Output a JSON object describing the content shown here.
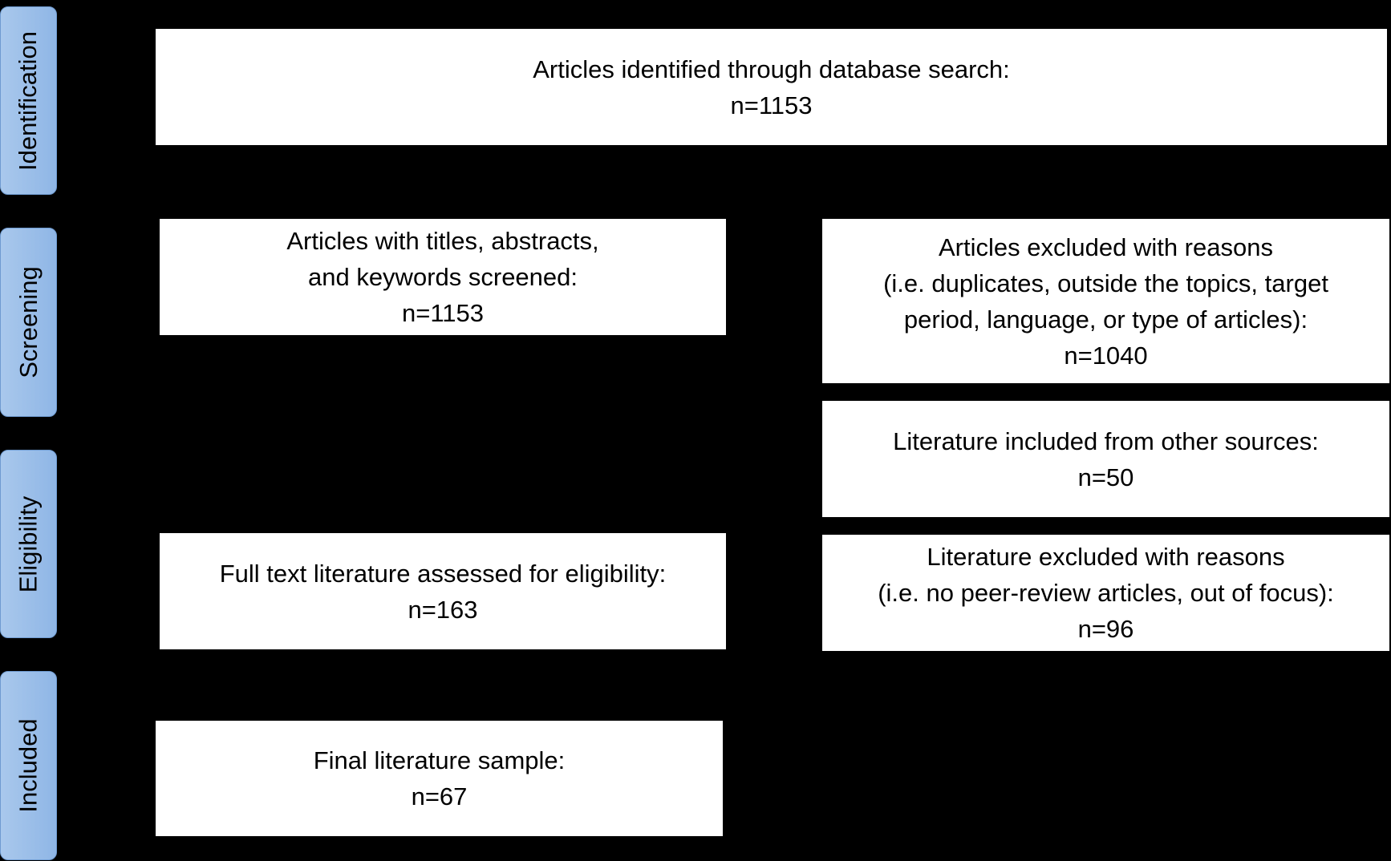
{
  "stages": [
    "Identification",
    "Screening",
    "Eligibility",
    "Included"
  ],
  "boxes": {
    "identified": {
      "lines": [
        "Articles identified through database search:",
        "n=1153"
      ]
    },
    "screened": {
      "lines": [
        "Articles with titles, abstracts,",
        "and keywords screened:",
        "n=1153"
      ]
    },
    "excluded_screening": {
      "lines": [
        "Articles excluded with reasons",
        "(i.e. duplicates, outside the topics, target",
        "period, language, or type of articles):",
        "n=1040"
      ]
    },
    "other_sources": {
      "lines": [
        "Literature included from other sources:",
        "n=50"
      ]
    },
    "full_text": {
      "lines": [
        "Full text literature assessed for eligibility:",
        "n=163"
      ]
    },
    "excluded_eligibility": {
      "lines": [
        "Literature excluded with reasons",
        "(i.e. no peer-review articles, out of focus):",
        "n=96"
      ]
    },
    "final": {
      "lines": [
        "Final literature sample:",
        "n=67"
      ]
    }
  },
  "colors": {
    "stage_fill": "#9dbfe9",
    "background": "#000000",
    "box": "#ffffff"
  }
}
